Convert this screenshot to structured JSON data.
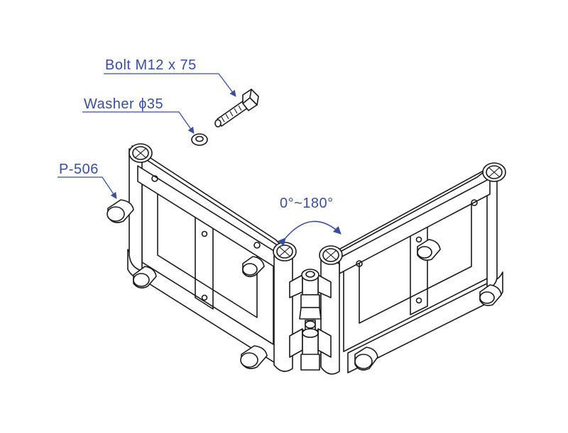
{
  "labels": {
    "bolt": "Bolt M12 x 75",
    "washer": "Washer ϕ35",
    "part": "P-506",
    "angle": "0°~180°"
  },
  "colors": {
    "accent": "#3a4ea0",
    "line": "#1a1a1a"
  }
}
